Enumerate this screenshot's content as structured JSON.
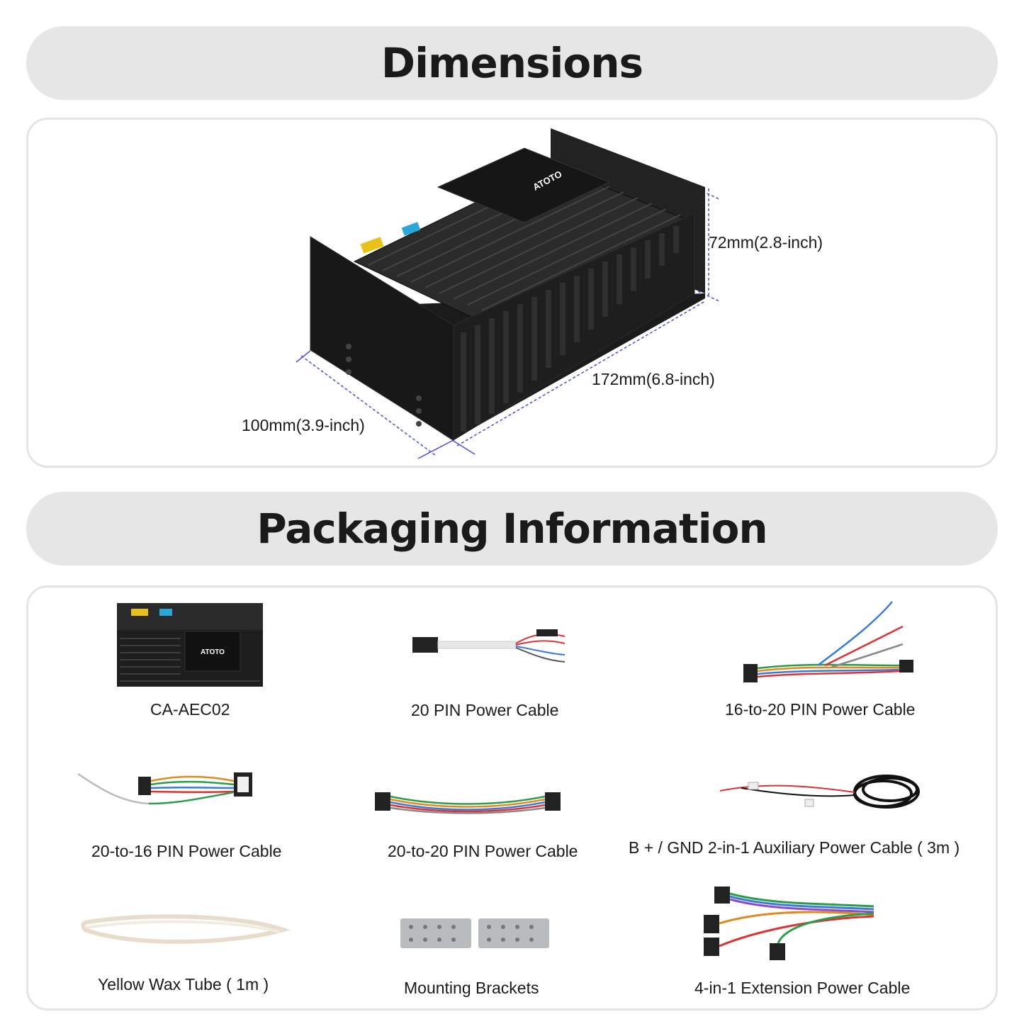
{
  "dimensions": {
    "title": "Dimensions",
    "brand": "ATOTO",
    "height_label": "72mm(2.8-inch)",
    "length_label": "172mm(6.8-inch)",
    "width_label": "100mm(3.9-inch)"
  },
  "packaging": {
    "title": "Packaging Information",
    "items": [
      {
        "label": "CA-AEC02",
        "icon": "module-icon"
      },
      {
        "label": "20 PIN Power Cable",
        "icon": "cable-icon"
      },
      {
        "label": "16-to-20 PIN Power Cable",
        "icon": "cable-icon"
      },
      {
        "label": "20-to-16 PIN Power Cable",
        "icon": "cable-icon"
      },
      {
        "label": "20-to-20 PIN Power Cable",
        "icon": "cable-icon"
      },
      {
        "label": "B + / GND 2-in-1 Auxiliary Power Cable ( 3m )",
        "icon": "coiled-cable-icon"
      },
      {
        "label": "Yellow Wax Tube ( 1m )",
        "icon": "wax-tube-icon"
      },
      {
        "label": "Mounting Brackets",
        "icon": "bracket-icon"
      },
      {
        "label": "4-in-1 Extension Power Cable",
        "icon": "harness-icon"
      }
    ]
  },
  "colors": {
    "banner_bg": "#e6e6e6",
    "device_black": "#1c1c1c",
    "dimension_line": "#4a4fd6"
  }
}
